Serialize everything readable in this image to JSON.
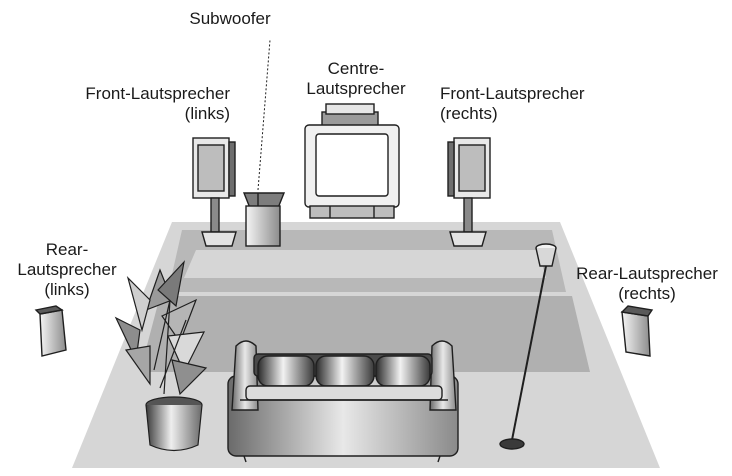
{
  "labels": {
    "subwoofer": "Subwoofer",
    "centre_line1": "Centre-",
    "centre_line2": "Lautsprecher",
    "front_left_line1": "Front-Lautsprecher",
    "front_left_line2": "(links)",
    "front_right_line1": "Front-Lautsprecher",
    "front_right_line2": "(rechts)",
    "rear_left_line1": "Rear-",
    "rear_left_line2": "Lautsprecher",
    "rear_left_line3": "(links)",
    "rear_right_line1": "Rear-Lautsprecher",
    "rear_right_line2": "(rechts)"
  },
  "colors": {
    "floor": "#d6d6d6",
    "band": "#b3b3b3",
    "line": "#1f1f1f"
  }
}
